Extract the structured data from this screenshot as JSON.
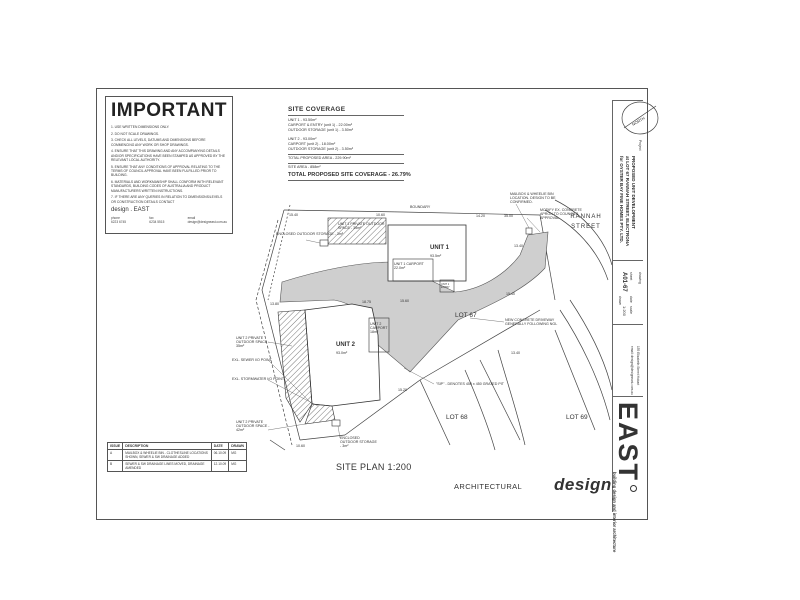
{
  "important": {
    "title": "IMPORTANT",
    "notes": [
      "1. Use written dimensions only.",
      "2. Do not scale drawings.",
      "3. Check all levels, datums and dimensions before commencing any work or shop drawings.",
      "4. Ensure that this drawing and any accompanying details and/or specifications have been stamped as approved by the relevant local authority.",
      "5. Ensure that any conditions of approval relating to the terms of council approval have been fulfilled prior to building.",
      "6. Materials and workmanship shall conform with relevant standards, building codes of Australia and product manufacturers written instructions.",
      "7. If there are any queries in relation to dimensions/levels or construction details contact"
    ],
    "design_line": "design . EAST",
    "contacts": [
      {
        "label": "phone",
        "value": "6223 6745"
      },
      {
        "label": "fax",
        "value": "6234 5515"
      },
      {
        "label": "email",
        "value": "design@designeast.com.au"
      }
    ]
  },
  "coverage": {
    "title": "SITE COVERAGE",
    "unit1": [
      "UNIT 1 - 93.50m²",
      "CARPORT & ENTRY (unit 1) - 22.00m²",
      "OUTDOOR STORAGE (unit 1) - 3.50m²"
    ],
    "unit2": [
      "UNIT 2 - 93.00m²",
      "CARPORT (unit 2) - 18.00m²",
      "OUTDOOR STORAGE (unit 2) - 3.50m²"
    ],
    "proposed_area": "TOTAL PROPOSED AREA - 229.90m²",
    "site_area": "SITE AREA - 858m²",
    "total": "TOTAL PROPOSED SITE COVERAGE - 26.79%"
  },
  "plan": {
    "title": "SITE PLAN 1:200",
    "street": "RANNAH STREET",
    "lots": {
      "lot67": "LOT 67",
      "lot68": "LOT 68",
      "lot69": "LOT 69"
    },
    "unit1": "UNIT 1",
    "unit1_area": "93.5m²",
    "unit2": "UNIT 2",
    "unit2_area": "93.0m²",
    "boundary": "BOUNDARY",
    "labels": {
      "enclosed_1": "ENCLOSED OUTDOOR STORAGE - 3m²",
      "private_1": "UNIT 1 PRIVATE OUTDOOR SPACE - 35m²",
      "private_2a": "UNIT 2 PRIVATE OUTDOOR SPACE - 35m²",
      "private_2b": "UNIT 2 PRIVATE OUTDOOR SPACE - 42m²",
      "sewer": "EXL. SEWER I/O POINT",
      "stormwater": "EXL. STORMWATER I/O POINT",
      "enclosed_2": "ENCLOSED OUTDOOR STORAGE - 3m²",
      "mailbox": "MAILBOX & WHEELIE BIN LOCATION. DESIGN TO BE CONFIRMED.",
      "modify": "MODIFY EX. CONCRETE APRON TO COUNCILS APPROVAL",
      "driveway": "NEW CONCRETE DRIVEWAY GENERALLY FOLLOWING NGL",
      "sip": "\"SIP\" - DENOTES 450 x 450 GRATED PIT",
      "carport1": "UNIT 1 CARPORT 22.0m²",
      "carport2": "UNIT 2 CARPORT 18m²",
      "entry": "UNIT 1 ENTRY"
    },
    "dims": [
      "15.40",
      "10.60",
      "14.20",
      "35.00",
      "13.80",
      "15.40",
      "18.75",
      "13.40",
      "15.20",
      "15.60",
      "10.60",
      "13.40"
    ]
  },
  "revisions": {
    "headers": [
      "ISSUE",
      "DESCRIPTION",
      "DATE",
      "DRAWN"
    ],
    "rows": [
      [
        "A",
        "MAILBOX & WHEELIE BIN - CLOTHESLINE LOCATIONS SHOWN, SEWER & SW DRAINAGE ADDED",
        "06.10.09",
        "MG"
      ],
      [
        "B",
        "SEWER & SW DRAINAGE LINES MOVED, DRAINAGE AMENDED",
        "12.10.09",
        "MG"
      ]
    ]
  },
  "titleblock": {
    "architectural": "ARCHITECTURAL",
    "design_word": "design",
    "brand": "EAST",
    "tagline": "building design and interior architecture",
    "address": "155 Elizabeth Street Hobart",
    "email": "email: design@designeast.com.au",
    "project_label": "Project",
    "project": [
      "PROPOSED UNIT DEVELOPMENT",
      "at LOT 67 RANNAH STREET, ELECTRONA",
      "for OYSTER BAY FINE HOMES PTY. LTD."
    ],
    "drawing_label": "drawing",
    "scale_label": "scale",
    "scale": "1:200",
    "sheet_label": "sheet",
    "sheet": "A01-67",
    "date_label": "date",
    "drawn_label": "drawn"
  }
}
